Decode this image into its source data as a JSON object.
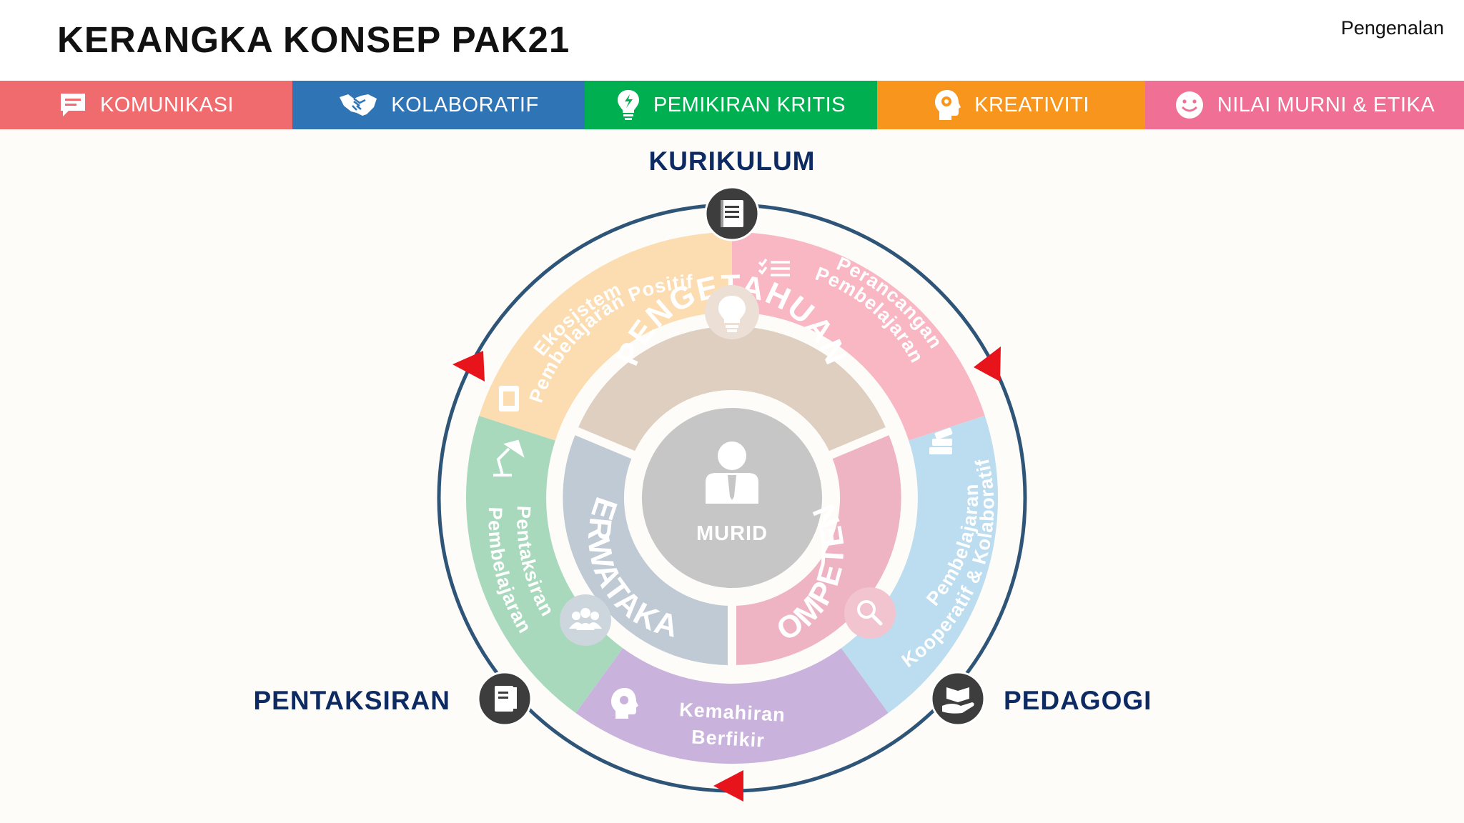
{
  "header": {
    "title": "KERANGKA KONSEP PAK21",
    "section": "Pengenalan"
  },
  "skills_bar": [
    {
      "label": "KOMUNIKASI",
      "color": "#ef6b6e",
      "icon": "speech-bubble-icon"
    },
    {
      "label": "KOLABORATIF",
      "color": "#2f74b5",
      "icon": "handshake-icon"
    },
    {
      "label": "PEMIKIRAN KRITIS",
      "color": "#00b050",
      "icon": "lightbulb-icon"
    },
    {
      "label": "KREATIVITI",
      "color": "#f7951d",
      "icon": "head-gear-icon"
    },
    {
      "label": "NILAI MURNI & ETIKA",
      "color": "#f07095",
      "icon": "smiley-icon"
    }
  ],
  "diagram": {
    "center": "MURID",
    "inner_ring": [
      "PENGETAHUAN",
      "KOMPETENSI",
      "PERWATAKAN"
    ],
    "outer_ring": [
      {
        "label": [
          "Perancangan",
          "Pembelajaran"
        ],
        "color": "#f8b7c3",
        "icon": "checklist-icon"
      },
      {
        "label": [
          "Pembelajaran",
          "Kooperatif & Kolaboratif"
        ],
        "color": "#bcdcef",
        "icon": "books-icon"
      },
      {
        "label": [
          "Kemahiran",
          "Berfikir"
        ],
        "color": "#c9b3dc",
        "icon": "head-gear-icon"
      },
      {
        "label": [
          "Pentaksiran",
          "Pembelajaran"
        ],
        "color": "#a9d9bd",
        "icon": "desk-lamp-icon"
      },
      {
        "label": [
          "Ekosistem",
          "Pembelajaran Positif"
        ],
        "color": "#fcdcb1",
        "icon": "tablet-icon"
      }
    ],
    "pillars": [
      "KURIKULUM",
      "PEDAGOGI",
      "PENTAKSIRAN"
    ],
    "colors": {
      "pillar_text": "#0d2a63",
      "cycle_ring": "#2e5577",
      "arrow": "#e8141c",
      "node": "#3d3d3d"
    }
  }
}
